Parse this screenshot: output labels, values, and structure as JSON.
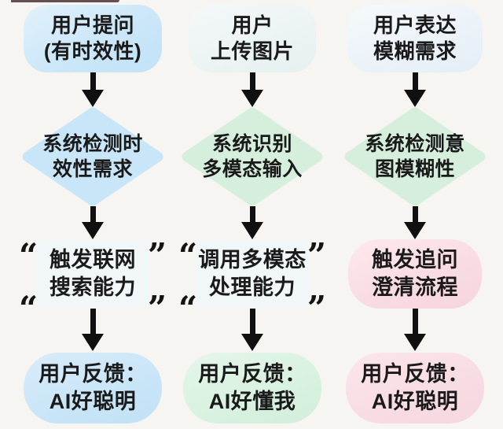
{
  "colors": {
    "background": "#f7f5f1",
    "text": "#1a1a1a",
    "arrow": "#101010",
    "blue_box": "#c8e6f7",
    "light_blue_box": "#eaf3f8",
    "green_diamond": "#d6efdd",
    "green_pill": "#d8f1e0",
    "pink_pill": "#f8dce3",
    "quote_box_bg": "#f1f6f8"
  },
  "quote_open": "“",
  "quote_close": "”",
  "columns": [
    {
      "id": "web-search-flow",
      "top": {
        "line1": "用户提问",
        "line2": "(有时效性)"
      },
      "diamond": {
        "line1": "系统检测时",
        "line2": "效性需求"
      },
      "middle": {
        "line1": "触发联网",
        "line2": "搜索能力"
      },
      "bottom": {
        "line1": "用户反馈：",
        "line2": "AI好聪明"
      }
    },
    {
      "id": "multimodal-flow",
      "top": {
        "line1": "用户",
        "line2": "上传图片"
      },
      "diamond": {
        "line1": "系统识别",
        "line2": "多模态输入"
      },
      "middle": {
        "line1": "调用多模态",
        "line2": "处理能力"
      },
      "bottom": {
        "line1": "用户反馈：",
        "line2": "AI好懂我"
      }
    },
    {
      "id": "clarification-flow",
      "top": {
        "line1": "用户表达",
        "line2": "模糊需求"
      },
      "diamond": {
        "line1": "系统检测意",
        "line2": "图模糊性"
      },
      "middle": {
        "line1": "触发追问",
        "line2": "澄清流程"
      },
      "bottom": {
        "line1": "用户反馈：",
        "line2": "AI好聪明"
      }
    }
  ]
}
